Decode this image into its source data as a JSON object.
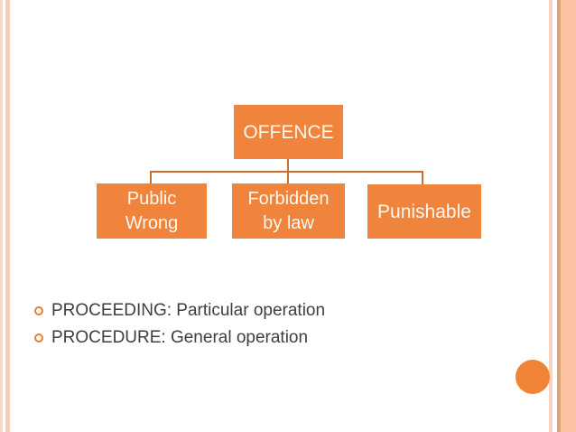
{
  "slide": {
    "background": "#ffffff",
    "colors": {
      "box_fill": "#f0843c",
      "box_text": "#fdf8f0",
      "connector": "#ce6f30",
      "bullet_ring": "#e5812f",
      "body_text": "#3e3e3e",
      "left_stripe_1": "#f6d9cb",
      "left_stripe_2": "#f1cdbd",
      "right_stripe_pale": "#f4d3c3",
      "right_stripe_tan": "#e0a478",
      "right_band": "#fbc3a4",
      "corner_circle": "#f08336"
    }
  },
  "diagram": {
    "root_label": "OFFENCE",
    "children": [
      {
        "line1": "Public",
        "line2": "Wrong"
      },
      {
        "line1": "Forbidden",
        "line2": "by law"
      },
      {
        "line1": "Punishable"
      }
    ]
  },
  "bullets": {
    "items": [
      {
        "text": "PROCEEDING: Particular operation"
      },
      {
        "text": "PROCEDURE: General operation"
      }
    ]
  }
}
